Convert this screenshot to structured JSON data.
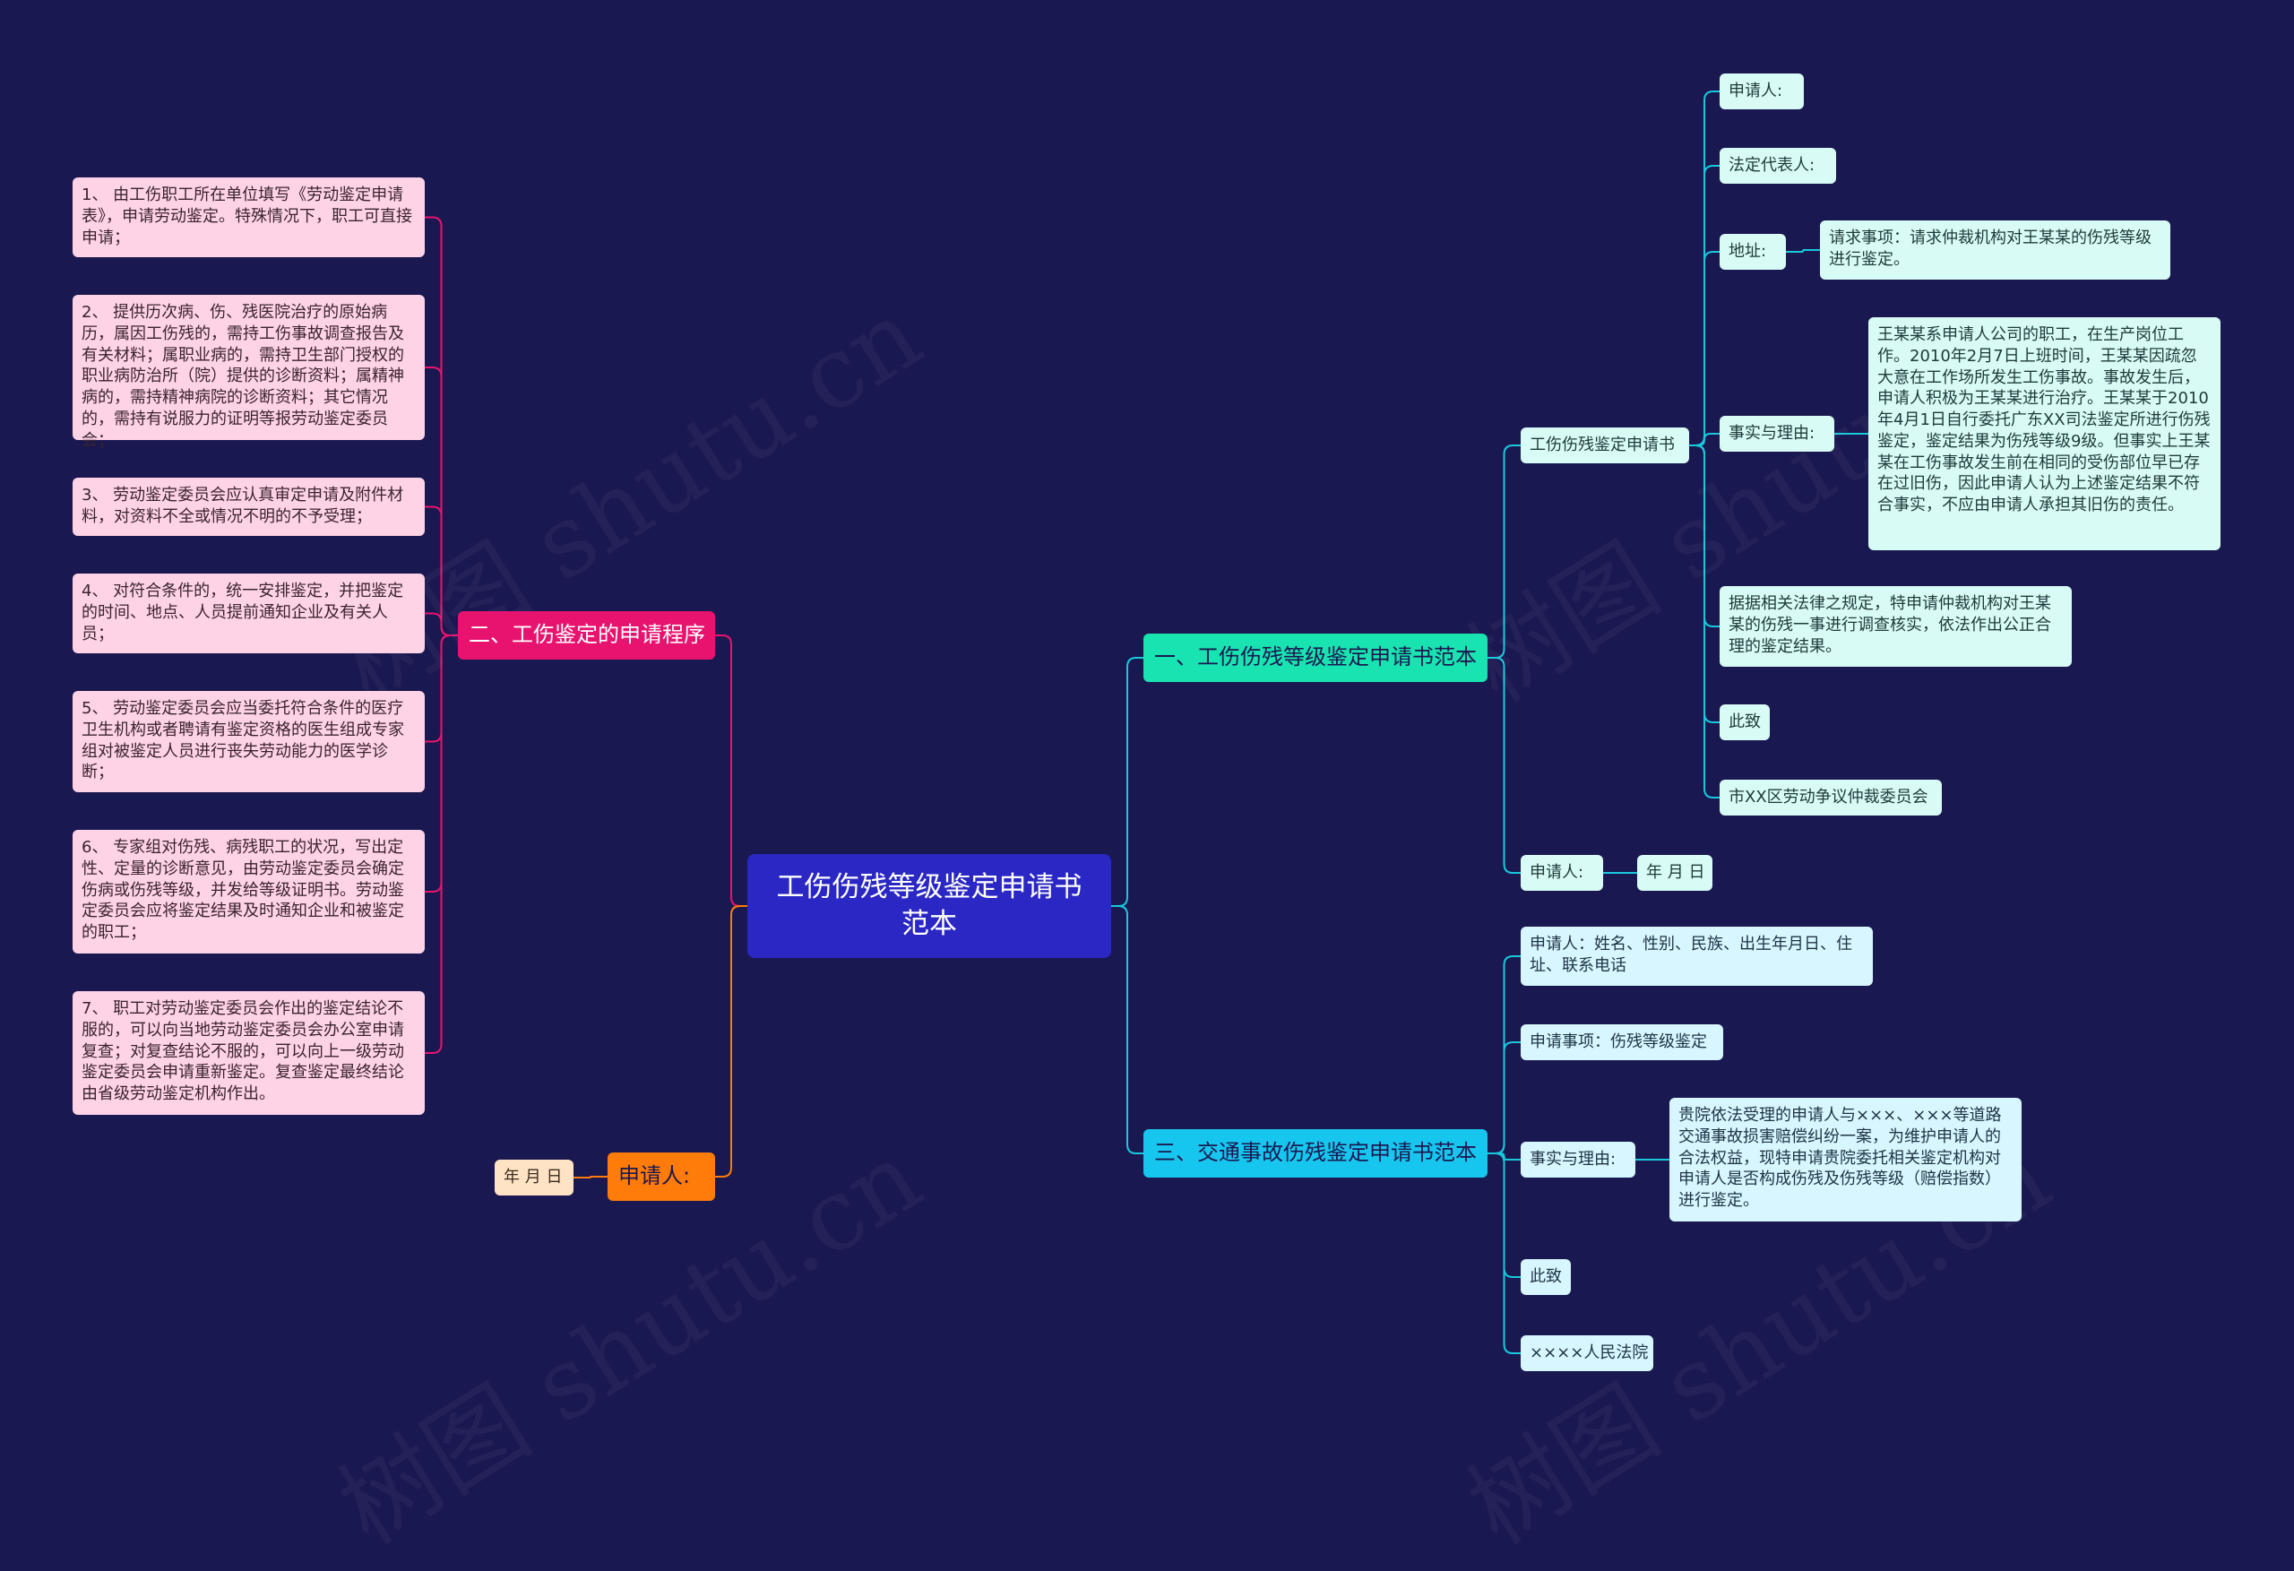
{
  "colors": {
    "background": "#1a1850",
    "root": "#2a27c4",
    "pink_branch": "#e8136f",
    "orange_branch": "#ff7b0a",
    "green_branch": "#19e3b0",
    "blue_branch": "#17c6ee",
    "pink_line": "#e8136f",
    "orange_line": "#ff7b0a",
    "cyan_line": "#18c9dc"
  },
  "root": {
    "title": "工伤伤残等级鉴定申请书范本"
  },
  "left": {
    "procedure": {
      "label": "二、工伤鉴定的申请程序",
      "steps": [
        "1、 由工伤职工所在单位填写《劳动鉴定申请表》，申请劳动鉴定。特殊情况下，职工可直接申请；",
        "2、 提供历次病、伤、残医院治疗的原始病历，属因工伤残的，需持工伤事故调查报告及有关材料；属职业病的，需持卫生部门授权的职业病防治所（院）提供的诊断资料；属精神病的，需持精神病院的诊断资料；其它情况的，需持有说服力的证明等报劳动鉴定委员会；",
        "3、 劳动鉴定委员会应认真审定申请及附件材料，对资料不全或情况不明的不予受理；",
        "4、 对符合条件的，统一安排鉴定，并把鉴定的时间、地点、人员提前通知企业及有关人员；",
        "5、 劳动鉴定委员会应当委托符合条件的医疗卫生机构或者聘请有鉴定资格的医生组成专家组对被鉴定人员进行丧失劳动能力的医学诊断；",
        "6、 专家组对伤残、病残职工的状况，写出定性、定量的诊断意见，由劳动鉴定委员会确定伤病或伤残等级，并发给等级证明书。劳动鉴定委员会应将鉴定结果及时通知企业和被鉴定的职工；",
        "7、 职工对劳动鉴定委员会作出的鉴定结论不服的，可以向当地劳动鉴定委员会办公室申请复查；对复查结论不服的，可以向上一级劳动鉴定委员会申请重新鉴定。复查鉴定最终结论由省级劳动鉴定机构作出。"
      ]
    },
    "applicant": {
      "label": "申请人:",
      "date": "年 月 日"
    }
  },
  "right": {
    "section1": {
      "label": "一、工伤伤残等级鉴定申请书范本",
      "form": {
        "label": "工伤伤残鉴定申请书",
        "applicant": "申请人:",
        "legal_rep": "法定代表人:",
        "address": "地址:",
        "request": "请求事项：请求仲裁机构对王某某的伤残等级进行鉴定。",
        "facts_label": "事实与理由:",
        "facts": "王某某系申请人公司的职工，在生产岗位工作。2010年2月7日上班时间，王某某因疏忽大意在工作场所发生工伤事故。事故发生后，申请人积极为王某某进行治疗。王某某于2010年4月1日自行委托广东XX司法鉴定所进行伤残鉴定，鉴定结果为伤残等级9级。但事实上王某某在工伤事故发生前在相同的受伤部位早已存在过旧伤，因此申请人认为上述鉴定结果不符合事实，不应由申请人承担其旧伤的责任。",
        "basis": "据据相关法律之规定，特申请仲裁机构对王某某的伤残一事进行调查核实，依法作出公正合理的鉴定结果。",
        "closing": "此致",
        "recipient": "市XX区劳动争议仲裁委员会"
      },
      "applicant": {
        "label": "申请人:",
        "date": "年 月 日"
      }
    },
    "section3": {
      "label": "三、交通事故伤残鉴定申请书范本",
      "applicant_info": "申请人：姓名、性别、民族、出生年月日、住址、联系电话",
      "request": "申请事项：伤残等级鉴定",
      "facts_label": "事实与理由:",
      "facts": "贵院依法受理的申请人与×××、×××等道路交通事故损害赔偿纠纷一案，为维护申请人的合法权益，现特申请贵院委托相关鉴定机构对申请人是否构成伤残及伤残等级（赔偿指数）进行鉴定。",
      "closing": "此致",
      "court": "××××人民法院"
    }
  }
}
